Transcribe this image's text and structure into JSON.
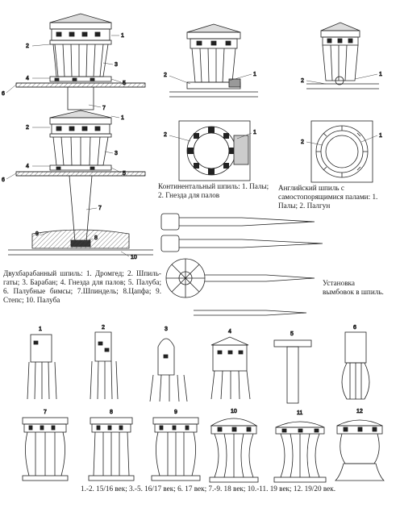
{
  "double_capstan": {
    "callouts": [
      "1",
      "2",
      "3",
      "4",
      "5",
      "6",
      "7",
      "1",
      "2",
      "3",
      "4",
      "5",
      "6",
      "7",
      "8",
      "9",
      "10"
    ],
    "caption": "Двухбарабанный шпиль: 1. Дромгед; 2. Шпиль-гаты; 3. Барабан; 4. Гнезда для палов; 5. Палуба; 6. Палубные бимсы; 7.Шпиндель; 8.Цапфа; 9. Степс; 10. Палуба"
  },
  "continental_capstan": {
    "callouts": [
      "1",
      "2",
      "1",
      "2"
    ],
    "caption": "Континентальный шпиль: 1. Палы; 2. Гнезда для палов"
  },
  "english_capstan": {
    "callouts": [
      "1",
      "2",
      "1",
      "2"
    ],
    "caption": "Английский шпиль с самостопорящимися палами: 1. Палы; 2. Палгун"
  },
  "bars_installation": {
    "caption": "Установка вымбовок в шпиль."
  },
  "evolution": {
    "numbers": [
      "1",
      "2",
      "3",
      "4",
      "5",
      "6",
      "7",
      "8",
      "9",
      "10",
      "11",
      "12"
    ],
    "caption": "1.-2. 15/16 век; 3.-5. 16/17 век; 6. 17 век; 7.-9. 18 век; 10.-11. 19 век; 12. 19/20 век."
  }
}
